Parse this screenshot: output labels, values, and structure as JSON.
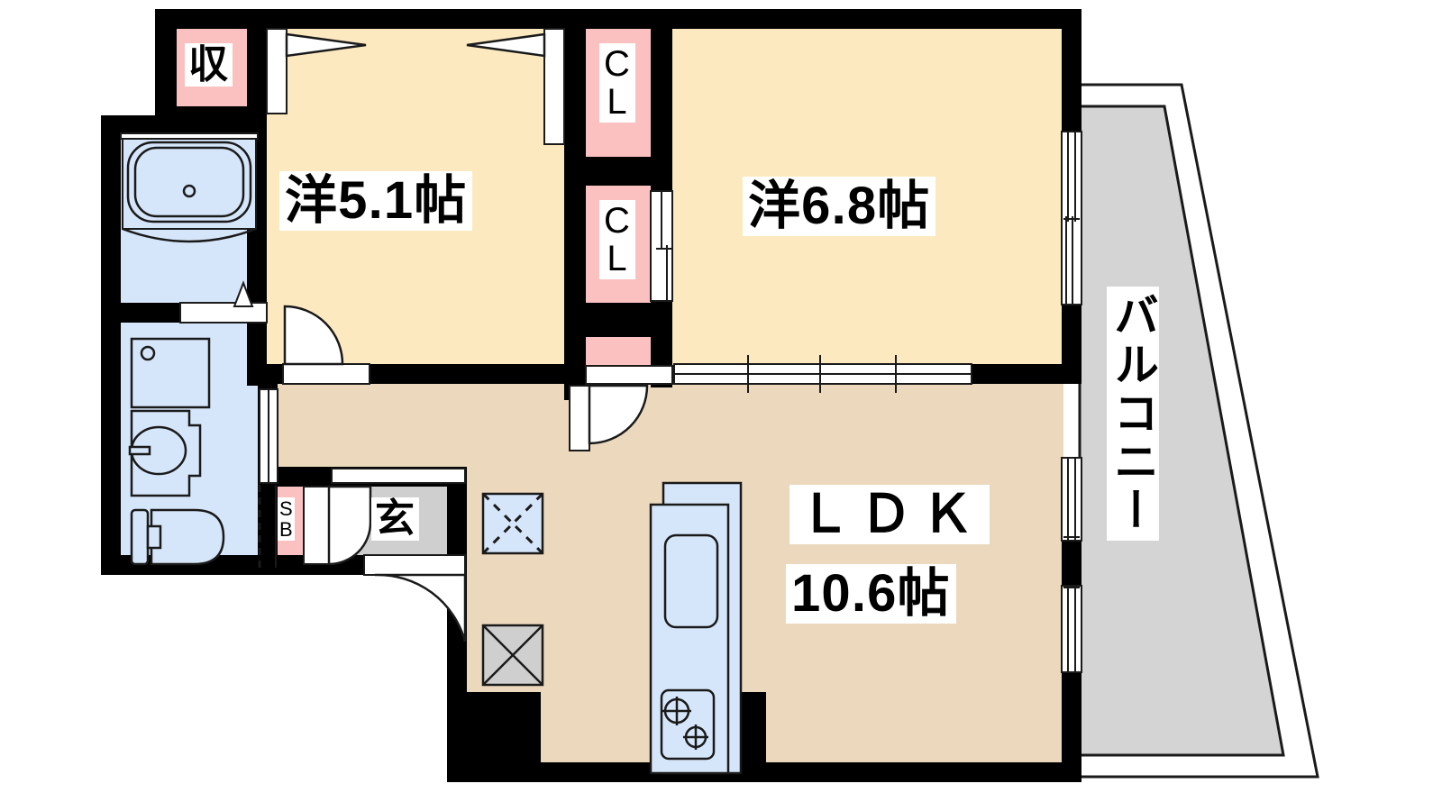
{
  "plan": {
    "type": "japanese-apartment-floorplan",
    "layout_name": "2LDK",
    "colors": {
      "wall": "#000000",
      "room_tatami_bg": "#fce9c0",
      "ldk_bg": "#ecd9bd",
      "closet_bg": "#fbc1c1",
      "water_bg": "#d6e6fa",
      "entrance_bg": "#cfcfcf",
      "balcony_bg": "#d4d4d4",
      "label_bg": "#ffffff",
      "label_fg": "#000000"
    },
    "rooms": [
      {
        "id": "washitsu_west",
        "label": "洋5.1帖",
        "name_part": "洋",
        "size": "5.1",
        "unit": "帖"
      },
      {
        "id": "washitsu_east",
        "label": "洋6.8帖",
        "name_part": "洋",
        "size": "6.8",
        "unit": "帖"
      },
      {
        "id": "ldk",
        "label_line1": "ＬＤＫ",
        "label_line2": "10.6帖",
        "size": "10.6",
        "unit": "帖"
      }
    ],
    "storage": [
      {
        "id": "shuunou",
        "label": "収",
        "kind": "closet"
      },
      {
        "id": "closet_upper",
        "label": "CL",
        "kind": "closet"
      },
      {
        "id": "closet_lower",
        "label": "CL",
        "kind": "closet"
      },
      {
        "id": "shoe_box",
        "label": "SB",
        "kind": "shoe-box"
      }
    ],
    "entrance": {
      "label": "玄",
      "kind": "genkan"
    },
    "balcony": {
      "label": "バルコニー",
      "kind": "balcony"
    },
    "fixtures": [
      {
        "id": "bathtub",
        "kind": "bath"
      },
      {
        "id": "washing-machine-space",
        "kind": "washer-pan"
      },
      {
        "id": "vanity-sink",
        "kind": "lavatory"
      },
      {
        "id": "toilet",
        "kind": "toilet"
      },
      {
        "id": "kitchen-sink",
        "kind": "sink"
      },
      {
        "id": "gas-stove",
        "kind": "stove-2burner"
      },
      {
        "id": "washer-slot",
        "kind": "appliance-slot"
      },
      {
        "id": "refrigerator-slot",
        "kind": "appliance-slot"
      }
    ]
  }
}
